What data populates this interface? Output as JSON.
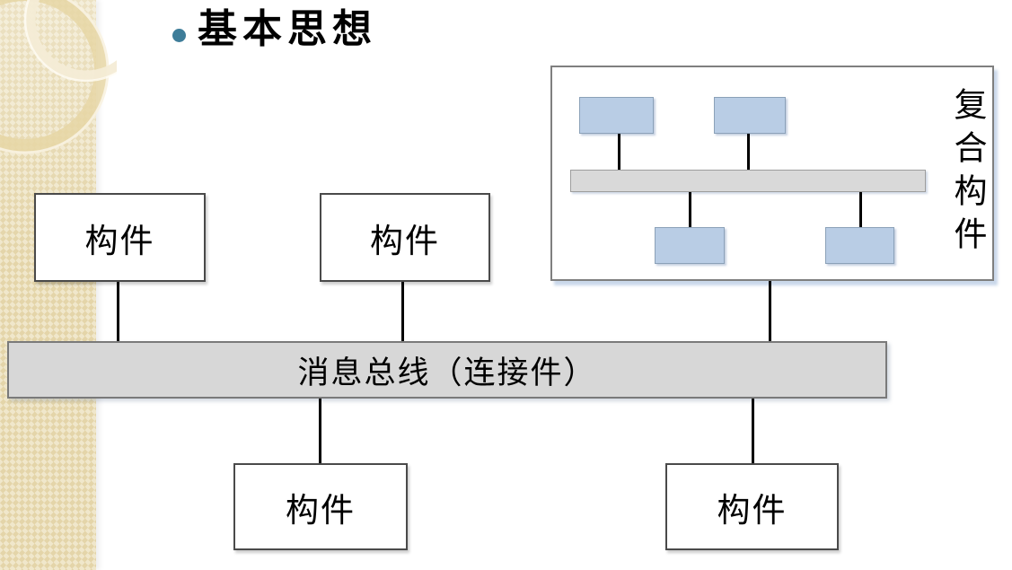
{
  "slide": {
    "title": "基本思想"
  },
  "diagram": {
    "components": [
      {
        "label": "构件"
      },
      {
        "label": "构件"
      },
      {
        "label": "构件"
      },
      {
        "label": "构件"
      }
    ],
    "bus": {
      "label": "消息总线（连接件）"
    },
    "composite": {
      "label": "复合构件",
      "sub_component_count": 4
    },
    "colors": {
      "bullet": "#3e7d99",
      "sidebar": "#eadcb4",
      "bus_fill": "#d7d7d7",
      "bus_border": "#7a7a7a",
      "component_border": "#4a4a4a",
      "sub_component_fill": "#b9cde5",
      "sub_component_border": "#8ba1b8",
      "composite_shadow": "#c7d6e9"
    }
  }
}
